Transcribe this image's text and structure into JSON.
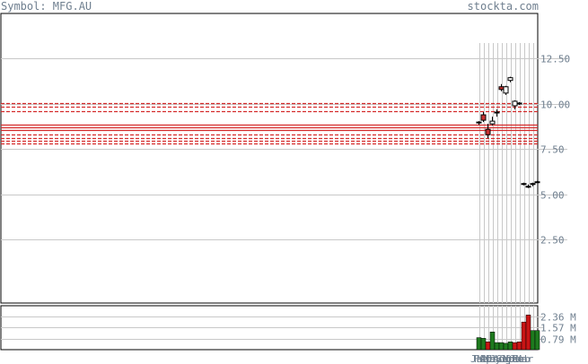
{
  "header": {
    "symbol_label": "Symbol: MFG.AU",
    "brand": "stockta.com"
  },
  "colors": {
    "grid": "#c8c8c8",
    "level_line": "#d42a2a",
    "up_candle": "#ffffff",
    "down_candle": "#c83232",
    "volume_up": "#1e7a1e",
    "volume_down": "#c81414",
    "axis_text": "#6f7f8f"
  },
  "chart_data": [
    {
      "type": "candlestick",
      "title": "",
      "y_ticks": [
        "12.50",
        "10.00",
        "7.50",
        "5.00",
        "2.50"
      ],
      "y_tick_values": [
        12.5,
        10.0,
        7.5,
        5.0,
        2.5
      ],
      "ylim": [
        -1.0,
        15.0
      ],
      "grid": true,
      "levels": [
        {
          "value": 10.05,
          "style": "dashed"
        },
        {
          "value": 9.85,
          "style": "dashed"
        },
        {
          "value": 9.6,
          "style": "dashed"
        },
        {
          "value": 8.85,
          "style": "solid"
        },
        {
          "value": 8.7,
          "style": "solid"
        },
        {
          "value": 8.55,
          "style": "solid"
        },
        {
          "value": 8.3,
          "style": "dashed"
        },
        {
          "value": 8.1,
          "style": "dashed"
        },
        {
          "value": 7.95,
          "style": "dashed"
        },
        {
          "value": 7.8,
          "style": "dashed"
        }
      ],
      "candles": [
        {
          "o": 8.95,
          "h": 9.05,
          "l": 8.85,
          "c": 9.0
        },
        {
          "o": 9.4,
          "h": 9.55,
          "l": 9.0,
          "c": 9.1
        },
        {
          "o": 8.6,
          "h": 8.9,
          "l": 8.1,
          "c": 8.3
        },
        {
          "o": 8.9,
          "h": 9.3,
          "l": 8.8,
          "c": 9.05
        },
        {
          "o": 9.5,
          "h": 9.7,
          "l": 9.3,
          "c": 9.55
        },
        {
          "o": 10.95,
          "h": 11.1,
          "l": 10.7,
          "c": 10.8
        },
        {
          "o": 10.6,
          "h": 11.0,
          "l": 10.5,
          "c": 10.95
        },
        {
          "o": 11.3,
          "h": 11.5,
          "l": 11.2,
          "c": 11.45
        },
        {
          "o": 9.9,
          "h": 10.2,
          "l": 9.7,
          "c": 10.15
        },
        {
          "o": 10.05,
          "h": 10.1,
          "l": 9.95,
          "c": 10.0
        },
        {
          "o": 5.6,
          "h": 5.65,
          "l": 5.5,
          "c": 5.55
        },
        {
          "o": 5.45,
          "h": 5.55,
          "l": 5.35,
          "c": 5.4
        },
        {
          "o": 5.55,
          "h": 5.65,
          "l": 5.45,
          "c": 5.6
        },
        {
          "o": 5.7,
          "h": 5.75,
          "l": 5.65,
          "c": 5.7
        }
      ]
    },
    {
      "type": "bar",
      "title": "",
      "y_ticks": [
        "2.36 M",
        "1.57 M",
        "0.79 M"
      ],
      "y_tick_values": [
        2.36,
        1.57,
        0.79
      ],
      "ylim": [
        0,
        3.1
      ],
      "values": [
        0.85,
        0.8,
        0.55,
        1.25,
        0.5,
        0.5,
        0.45,
        0.55,
        0.5,
        0.55,
        1.95,
        2.45,
        1.35,
        1.35
      ],
      "direction": [
        "up",
        "up",
        "down",
        "up",
        "up",
        "up",
        "up",
        "up",
        "down",
        "down",
        "down",
        "down",
        "up",
        "up"
      ],
      "x_ticks": [
        "Jan",
        "Feb",
        "Mar",
        "Apr",
        "May",
        "Jun",
        "Jul",
        "Aug",
        "Sep",
        "Oct",
        "Nov",
        "Dec",
        "Jan",
        "Feb",
        "Mar"
      ]
    }
  ]
}
